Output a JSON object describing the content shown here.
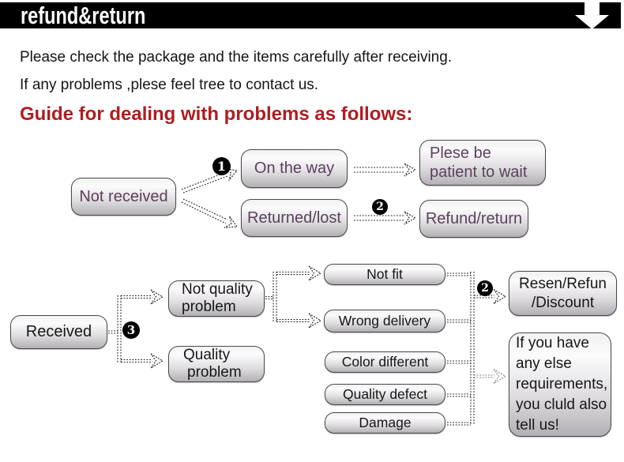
{
  "header": {
    "title": "refund&return"
  },
  "intro": {
    "line1": "Please check the package and the items carefully after receiving.",
    "line2": "If any problems ,plese feel tree to contact us.",
    "heading": "Guide for dealing with problems as follows:"
  },
  "colors": {
    "heading_red": "#b01c20",
    "flow1_text_purple": "#5c3f5e",
    "flow2_text_black": "#161616",
    "bar_black": "#000000",
    "box_gradient_bottom": "#b2b0b4"
  },
  "flow1": {
    "not_received": "Not received",
    "badge_1": "1",
    "on_the_way": "On the way",
    "returned_lost": "Returned/lost",
    "patient_line1": "Plese be",
    "patient_line2": "patient to wait",
    "badge_2": "2",
    "refund_return": "Refund/return"
  },
  "flow2": {
    "received": "Received",
    "badge_3": "3",
    "not_quality_line1": "Not quality",
    "not_quality_line2": "problem",
    "quality_line1": "Quality",
    "quality_line2": "problem",
    "not_fit": "Not fit",
    "wrong_delivery": "Wrong delivery",
    "color_different": "Color different",
    "quality_defect": "Quality defect",
    "damage": "Damage",
    "badge_2b": "2",
    "resen_line1": "Resen/Refun",
    "resen_line2": "/Discount",
    "note_line1": "If you have",
    "note_line2": "any else",
    "note_line3": "requirements,",
    "note_line4": "you cluld also",
    "note_line5": "tell us!"
  }
}
